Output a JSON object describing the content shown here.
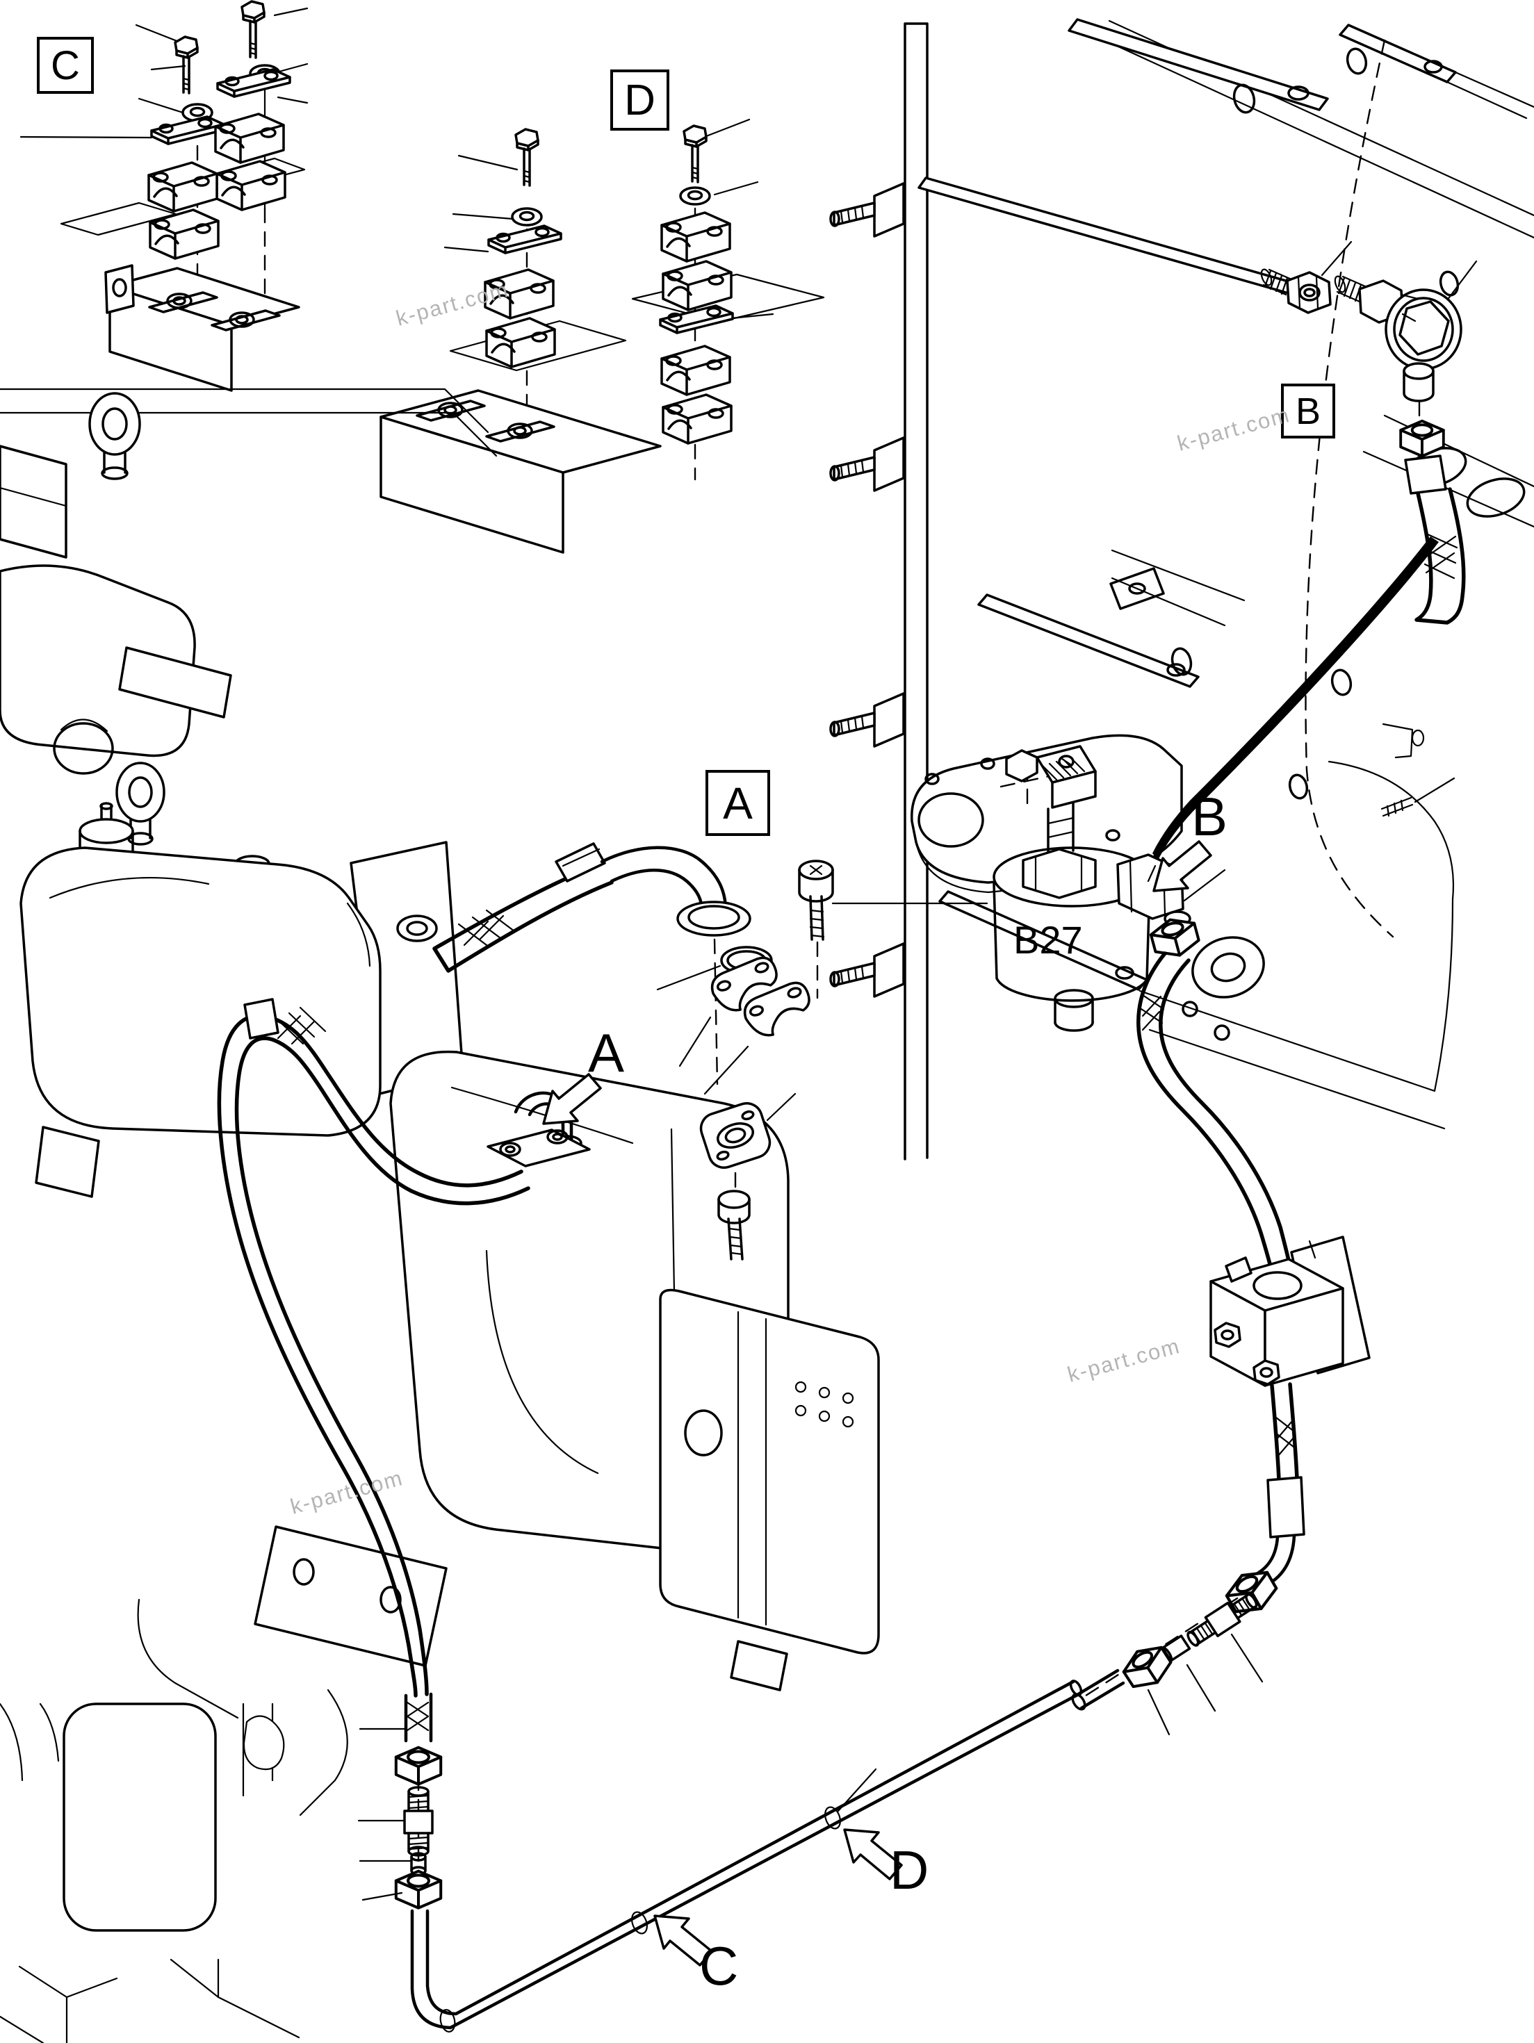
{
  "diagram": {
    "type": "hydraulic-piping-parts-diagram",
    "colors": {
      "background": "#ffffff",
      "line": "#000000",
      "watermark": "#b0b0b0"
    },
    "detail_boxes": [
      {
        "id": "C",
        "label": "C"
      },
      {
        "id": "D",
        "label": "D"
      },
      {
        "id": "A",
        "label": "A"
      },
      {
        "id": "B",
        "label": "B"
      }
    ],
    "callouts": [
      {
        "id": "A",
        "letter": "A"
      },
      {
        "id": "B",
        "letter": "B"
      },
      {
        "id": "C",
        "letter": "C"
      },
      {
        "id": "D",
        "letter": "D"
      }
    ],
    "part_labels": [
      {
        "text": "B27"
      }
    ],
    "watermarks": [
      {
        "text": "k-part.com"
      },
      {
        "text": "k-part.com"
      },
      {
        "text": "k-part.com"
      },
      {
        "text": "k-part.com"
      }
    ]
  }
}
